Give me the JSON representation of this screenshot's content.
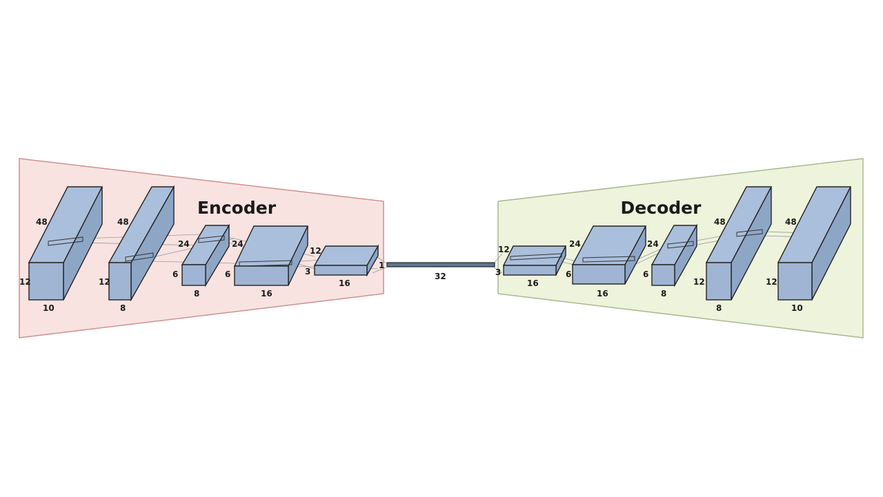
{
  "encoder": {
    "title": "Encoder",
    "fill": "#f8e3e1",
    "stroke": "#cf8f8f",
    "layers": [
      {
        "depth": "48",
        "height": "12",
        "width": "10"
      },
      {
        "depth": "48",
        "height": "12",
        "width": "8"
      },
      {
        "depth": "24",
        "height": "6",
        "width": "8"
      },
      {
        "depth": "24",
        "height": "6",
        "width": "16"
      },
      {
        "depth": "12",
        "height": "3",
        "width": "16"
      }
    ],
    "tail_label": "1"
  },
  "latent": {
    "label": "32"
  },
  "decoder": {
    "title": "Decoder",
    "fill": "#eef3dc",
    "stroke": "#a8b88f",
    "layers": [
      {
        "depth": "12",
        "height": "3",
        "width": "16"
      },
      {
        "depth": "24",
        "height": "6",
        "width": "16"
      },
      {
        "depth": "24",
        "height": "6",
        "width": "8"
      },
      {
        "depth": "48",
        "height": "12",
        "width": "8"
      },
      {
        "depth": "48",
        "height": "12",
        "width": "10"
      }
    ]
  }
}
